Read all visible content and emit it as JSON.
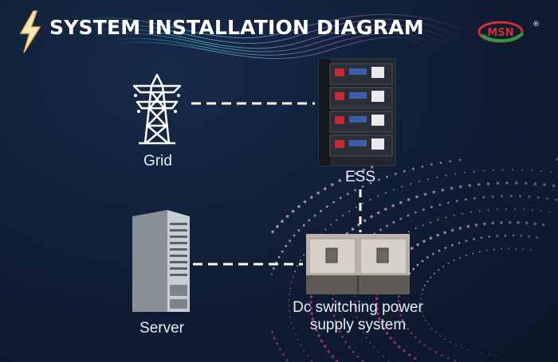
{
  "header": {
    "title": "SYSTEM INSTALLATION DIAGRAM"
  },
  "nodes": {
    "grid": {
      "label": "Grid"
    },
    "ess": {
      "label": "ESS"
    },
    "server": {
      "label": "Server"
    },
    "dc": {
      "label": "Dc switching power supply system"
    }
  },
  "logo": {
    "text": "MSN",
    "registered": "®"
  },
  "icons": [
    "lightning-bolt-icon",
    "transmission-tower-icon",
    "battery-rack-icon",
    "server-tower-icon",
    "power-cabinet-icon"
  ],
  "colors": {
    "background": "#0f1c33",
    "text": "#ffffff",
    "connector": "#ffffff",
    "accent_pink": "#c93a8c",
    "accent_cyan": "#33c9d8"
  }
}
